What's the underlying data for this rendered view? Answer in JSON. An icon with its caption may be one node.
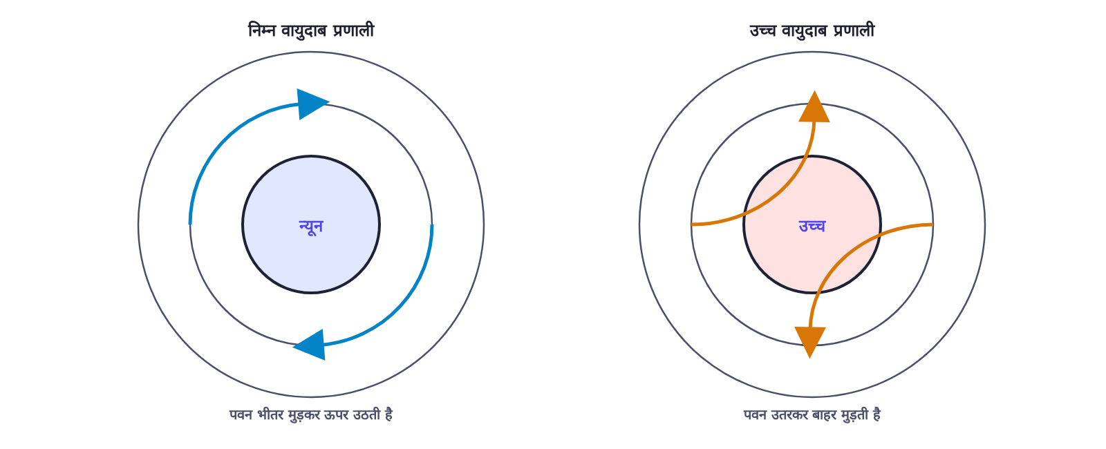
{
  "diagram": {
    "nodes": [
      {
        "text": [
          "न्यून"
        ]
      },
      {
        "text": [
          "उच्च"
        ]
      }
    ],
    "labels": [
      "निम्न वायुदाब प्रणाली",
      "उच्च वायुदाब प्रणाली",
      "पवन भीतर मुड़कर ऊपर उठती है",
      "पवन उतरकर बाहर मुड़ती है"
    ]
  }
}
